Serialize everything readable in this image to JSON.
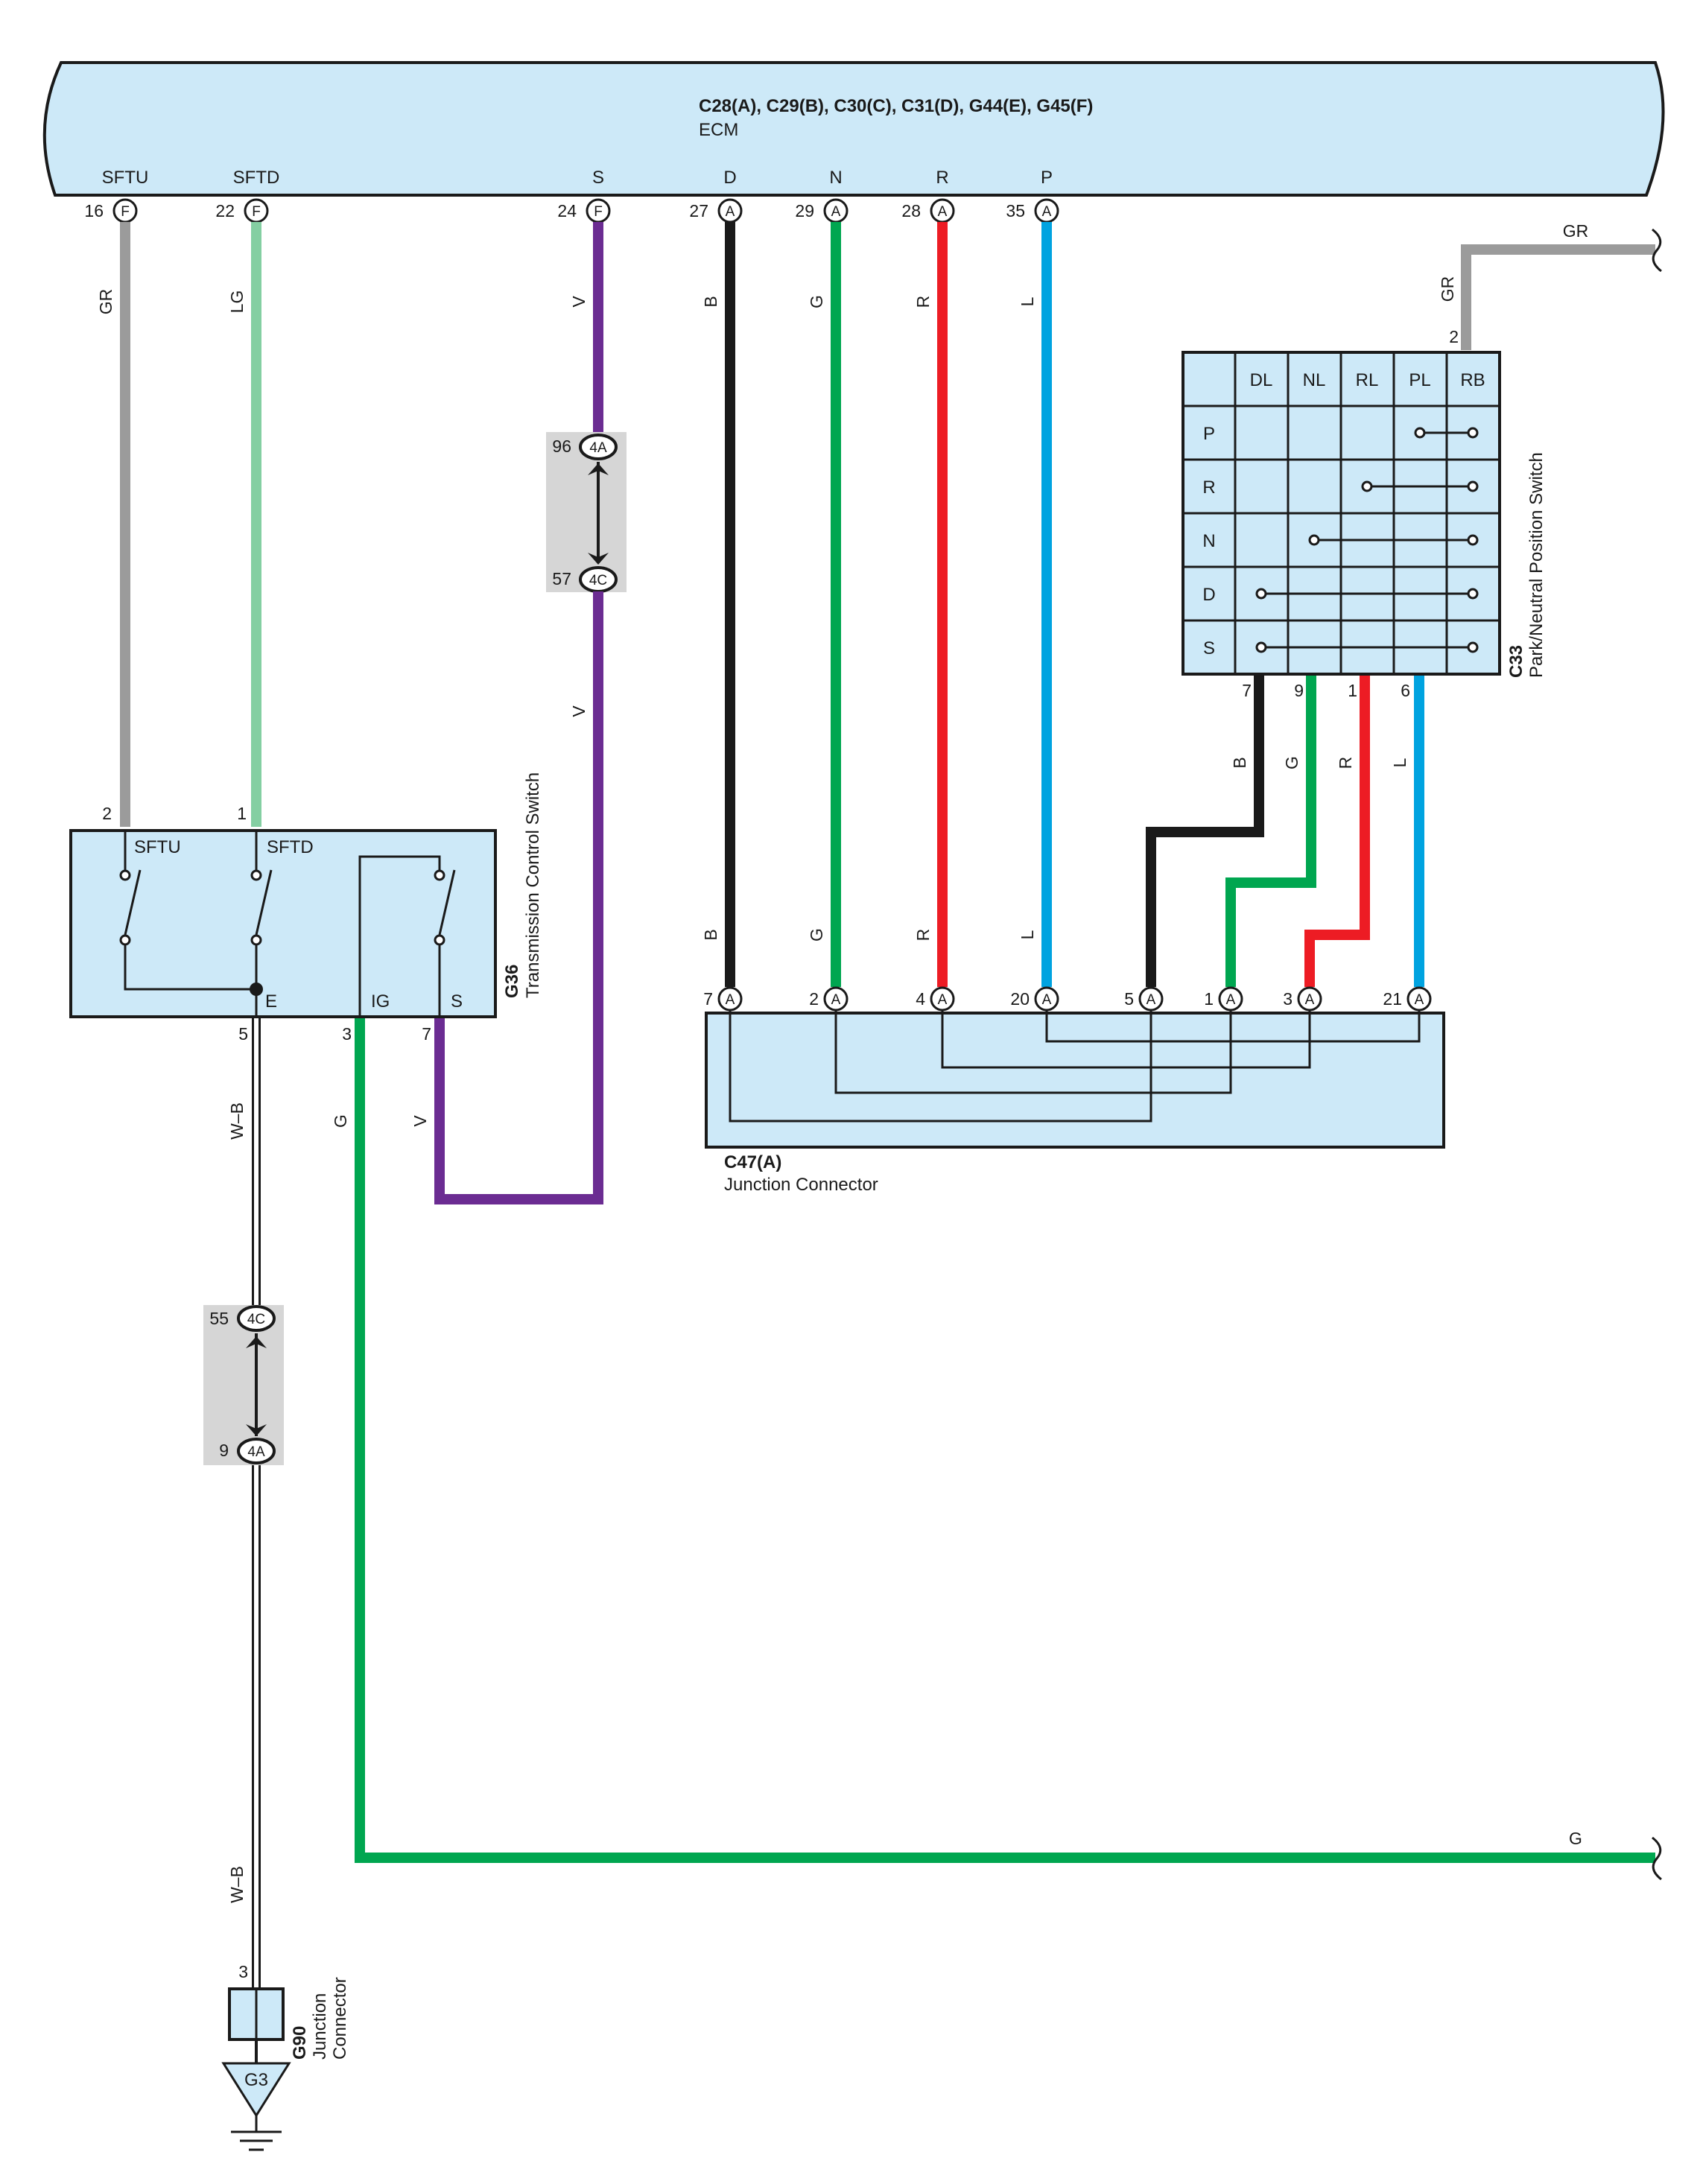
{
  "colors": {
    "box_fill": "#cde9f8",
    "GR": "#9b9b9b",
    "LG": "#84cfa2",
    "V": "#6b2c92",
    "B": "#1a1a1a",
    "G": "#00a650",
    "R": "#ed1c24",
    "L": "#00a3e0",
    "inline_bg": "#d6d6d6"
  },
  "ecm": {
    "connectors": "C28(A), C29(B), C30(C), C31(D), G44(E), G45(F)",
    "name": "ECM",
    "pins": [
      {
        "label": "SFTU",
        "num": "16",
        "conn": "F"
      },
      {
        "label": "SFTD",
        "num": "22",
        "conn": "F"
      },
      {
        "label": "S",
        "num": "24",
        "conn": "F"
      },
      {
        "label": "D",
        "num": "27",
        "conn": "A"
      },
      {
        "label": "N",
        "num": "29",
        "conn": "A"
      },
      {
        "label": "R",
        "num": "28",
        "conn": "A"
      },
      {
        "label": "P",
        "num": "35",
        "conn": "A"
      }
    ]
  },
  "g36": {
    "id": "G36",
    "name": "Transmission Control Switch",
    "terms": {
      "sftu": "SFTU",
      "sftd": "SFTD",
      "e": "E",
      "ig": "IG",
      "s": "S"
    },
    "pins": {
      "sftu": "2",
      "sftd": "1",
      "e": "5",
      "ig": "3",
      "s": "7"
    }
  },
  "inline_v": {
    "top_num": "96",
    "top_conn": "4A",
    "bot_num": "57",
    "bot_conn": "4C"
  },
  "inline_wb": {
    "top_num": "55",
    "top_conn": "4C",
    "bot_num": "9",
    "bot_conn": "4A"
  },
  "c33": {
    "id": "C33",
    "name": "Park/Neutral Position Switch",
    "columns": [
      "DL",
      "NL",
      "RL",
      "PL",
      "RB"
    ],
    "rows": [
      "P",
      "R",
      "N",
      "D",
      "S"
    ],
    "gr_pin": "2",
    "bottom_pins": [
      "7",
      "9",
      "1",
      "6"
    ]
  },
  "c47": {
    "id": "C47(A)",
    "name": "Junction Connector",
    "pins": [
      {
        "num": "7",
        "conn": "A"
      },
      {
        "num": "2",
        "conn": "A"
      },
      {
        "num": "4",
        "conn": "A"
      },
      {
        "num": "20",
        "conn": "A"
      },
      {
        "num": "5",
        "conn": "A"
      },
      {
        "num": "1",
        "conn": "A"
      },
      {
        "num": "3",
        "conn": "A"
      },
      {
        "num": "21",
        "conn": "A"
      }
    ]
  },
  "g90": {
    "id": "G90",
    "name_line1": "Junction",
    "name_line2": "Connector",
    "pin": "3"
  },
  "ground": {
    "label": "G3"
  },
  "wires": {
    "gr": "GR",
    "lg": "LG",
    "v": "V",
    "b": "B",
    "g": "G",
    "r": "R",
    "l": "L",
    "wb": "W–B"
  }
}
